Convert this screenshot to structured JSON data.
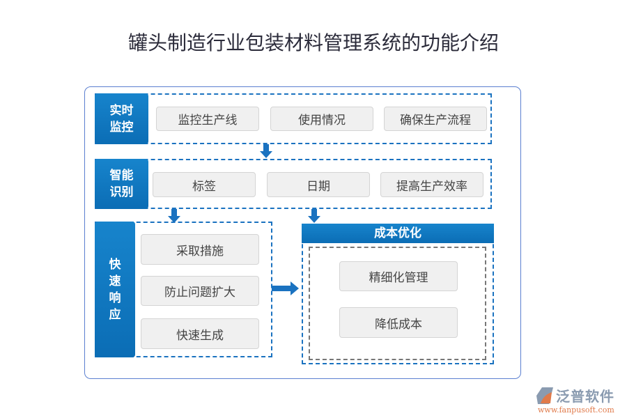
{
  "title": "罐头制造行业包装材料管理系统的功能介绍",
  "rows": [
    {
      "label": "实时\n监控",
      "items": [
        "监控生产线",
        "使用情况",
        "确保生产流程"
      ]
    },
    {
      "label": "智能\n识别",
      "items": [
        "标签",
        "日期",
        "提高生产效率"
      ]
    },
    {
      "label": "快\n速\n响\n应",
      "items": [
        "采取措施",
        "防止问题扩大",
        "快速生成"
      ]
    }
  ],
  "result": {
    "header": "成本优化",
    "items": [
      "精细化管理",
      "降低成本"
    ]
  },
  "watermark": {
    "brand": "泛普软件",
    "url": "www.fanpusoft.com"
  },
  "colors": {
    "accent": "#1a72c0",
    "logo_orange": "#e07a4a",
    "logo_gray": "#8a9bb0"
  }
}
